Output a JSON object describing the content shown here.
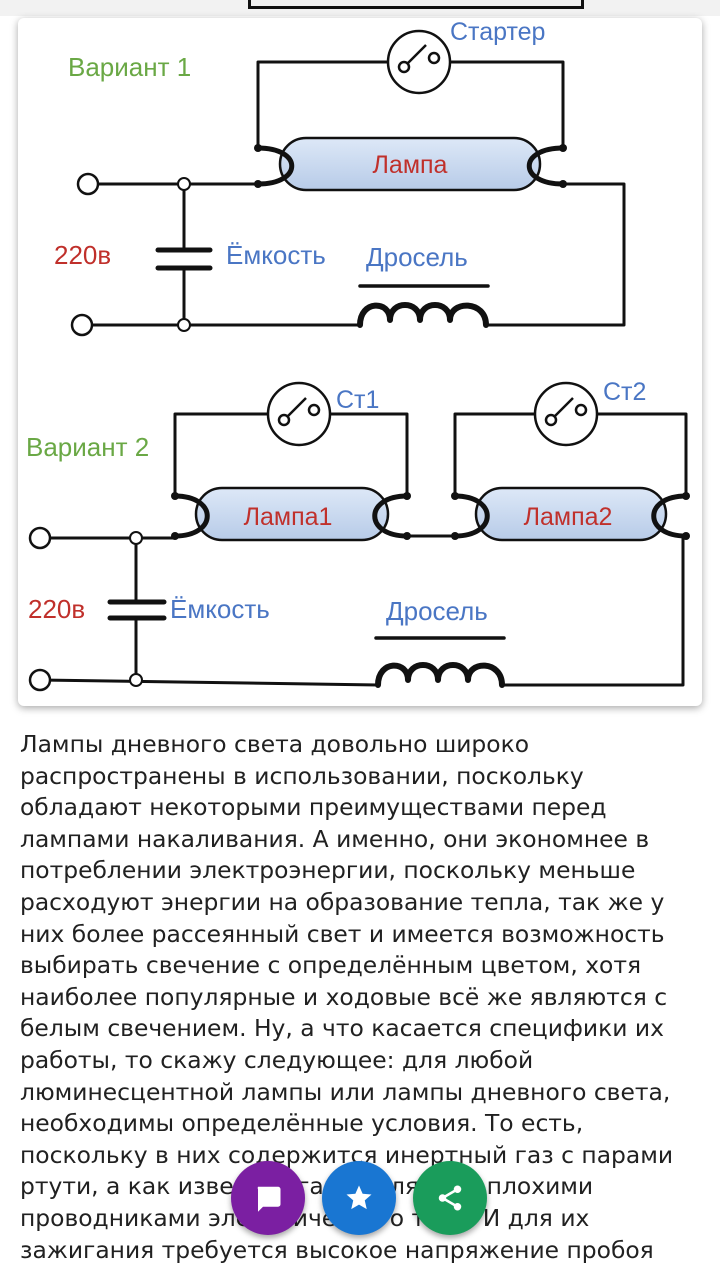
{
  "diagram": {
    "variant1": {
      "title": "Вариант 1",
      "starter": "Стартер",
      "lamp": "Лампа",
      "voltage": "220в",
      "capacitor": "Ёмкость",
      "choke": "Дросель"
    },
    "variant2": {
      "title": "Вариант 2",
      "starter1": "Ст1",
      "starter2": "Ст2",
      "lamp1": "Лампа1",
      "lamp2": "Лампа2",
      "voltage": "220в",
      "capacitor": "Ёмкость",
      "choke": "Дросель"
    }
  },
  "article": {
    "text": "Лампы дневного света довольно широко распространены в использовании, поскольку обладают некоторыми преимуществами перед лампами накаливания. А именно, они экономнее в потреблении электроэнергии, поскольку меньше расходуют энергии на образование тепла, так же у них более рассеянный свет и имеется возможность выбирать свечение с определённым цветом, хотя наиболее популярные и ходовые всё же являются с белым свечением. Ну, а что касается специфики их работы, то скажу следующее: для любой люминесцентной лампы или лампы дневного света, необходимы определённые условия. То есть, поскольку в них содержится инертный газ с парами ртути, а как известно газы являются плохими проводниками электрического тока. И для их зажигания требуется высокое напряжение пробоя"
  },
  "fabs": {
    "comment_icon": "comment-icon",
    "favorite_icon": "star-icon",
    "share_icon": "share-icon",
    "comment_color": "#7b1fa2",
    "favorite_color": "#1976d2",
    "share_color": "#1a9c5b"
  },
  "colors": {
    "title_green": "#6aa845",
    "label_blue": "#4a76c4",
    "label_red": "#c0302b",
    "lamp_fill": "#c9d9f0"
  }
}
